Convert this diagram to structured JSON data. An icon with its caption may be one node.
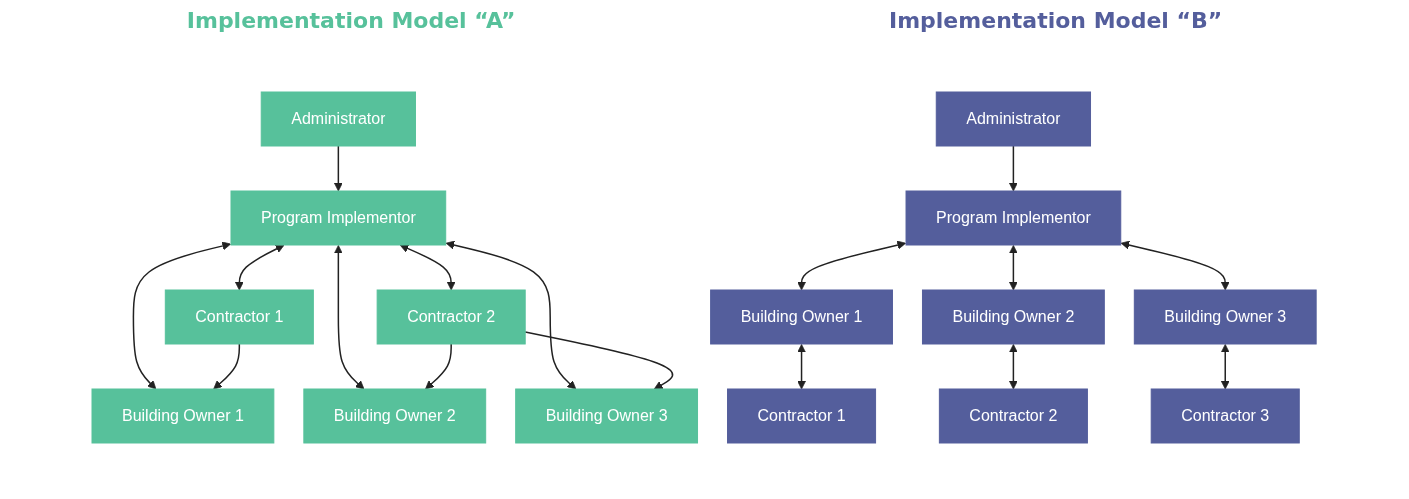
{
  "diagram": {
    "nodes": [
      {
        "text": [
          "Administrator"
        ]
      },
      {
        "text": [
          "Program Implementor"
        ]
      },
      {
        "text": [
          "Building Owner 1"
        ]
      },
      {
        "text": [
          "Contractor 1"
        ]
      },
      {
        "text": [
          "Building Owner 2"
        ]
      },
      {
        "text": [
          "Contractor 2"
        ]
      },
      {
        "text": [
          "Building Owner 3"
        ]
      },
      {
        "text": [
          "Administrator"
        ]
      },
      {
        "text": [
          "Program Implementor"
        ]
      },
      {
        "text": [
          "Building Owner 1"
        ]
      },
      {
        "text": [
          "Contractor 1"
        ]
      },
      {
        "text": [
          "Building Owner 2"
        ]
      },
      {
        "text": [
          "Contractor 2"
        ]
      },
      {
        "text": [
          "Building Owner 3"
        ]
      },
      {
        "text": [
          "Contractor 3"
        ]
      }
    ],
    "edges": [
      {
        "from": 0,
        "to": 1,
        "arrow": "to"
      },
      {
        "from": 1,
        "to": 2,
        "arrow": "both"
      },
      {
        "from": 1,
        "to": 4,
        "arrow": "both"
      },
      {
        "from": 1,
        "to": 6,
        "arrow": "both"
      },
      {
        "from": 1,
        "to": 3,
        "arrow": "both"
      },
      {
        "from": 1,
        "to": 5,
        "arrow": "both"
      },
      {
        "from": 3,
        "to": 2,
        "arrow": "to"
      },
      {
        "from": 5,
        "to": 4,
        "arrow": "to"
      },
      {
        "from": 5,
        "to": 6,
        "arrow": "to"
      },
      {
        "from": 7,
        "to": 8,
        "arrow": "to"
      },
      {
        "from": 8,
        "to": 9,
        "arrow": "both"
      },
      {
        "from": 8,
        "to": 11,
        "arrow": "both"
      },
      {
        "from": 8,
        "to": 13,
        "arrow": "both"
      },
      {
        "from": 9,
        "to": 10,
        "arrow": "both"
      },
      {
        "from": 11,
        "to": 12,
        "arrow": "both"
      },
      {
        "from": 13,
        "to": 14,
        "arrow": "both"
      }
    ],
    "labels": [
      "Implementation Model “A”",
      "Implementation Model “B”"
    ]
  }
}
